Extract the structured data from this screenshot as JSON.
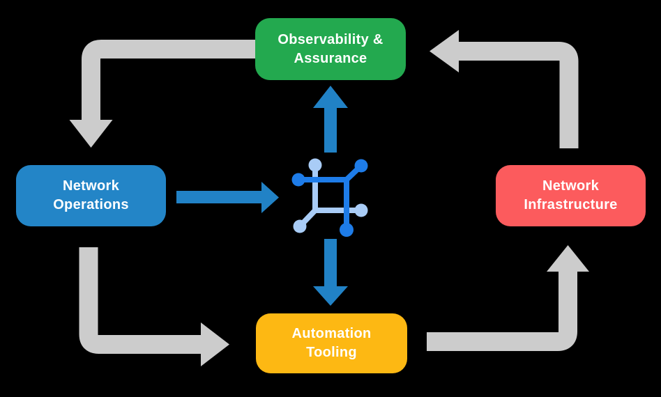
{
  "diagram": {
    "type": "cycle-flow",
    "nodes": [
      {
        "id": "observability-assurance",
        "label": "Observability &\nAssurance",
        "color": "#23A94F",
        "text_color": "#FFFFFF"
      },
      {
        "id": "network-operations",
        "label": "Network\nOperations",
        "color": "#2385C7",
        "text_color": "#FFFFFF"
      },
      {
        "id": "network-infrastructure",
        "label": "Network\nInfrastructure",
        "color": "#FC5B5D",
        "text_color": "#FFFFFF"
      },
      {
        "id": "automation-tooling",
        "label": "Automation\nTooling",
        "color": "#FDB813",
        "text_color": "#FFFFFF"
      }
    ],
    "colors": {
      "background": "#000000",
      "cycle_arrow": "#CCCCCC",
      "accent_arrow": "#2182C6",
      "icon_dark_blue": "#1E7CE8",
      "icon_light_blue": "#A9CCF6"
    },
    "center_icon": {
      "name": "network-automation-icon"
    },
    "flows": [
      {
        "from": "observability-assurance",
        "to": "network-operations",
        "style": "gray-cycle"
      },
      {
        "from": "network-operations",
        "to": "automation-tooling",
        "style": "gray-cycle"
      },
      {
        "from": "automation-tooling",
        "to": "network-infrastructure",
        "style": "gray-cycle"
      },
      {
        "from": "network-infrastructure",
        "to": "observability-assurance",
        "style": "gray-cycle"
      },
      {
        "from": "network-operations",
        "to": "center-icon",
        "style": "blue-accent"
      },
      {
        "from": "center-icon",
        "to": "observability-assurance",
        "style": "blue-accent"
      },
      {
        "from": "center-icon",
        "to": "automation-tooling",
        "style": "blue-accent"
      }
    ]
  }
}
